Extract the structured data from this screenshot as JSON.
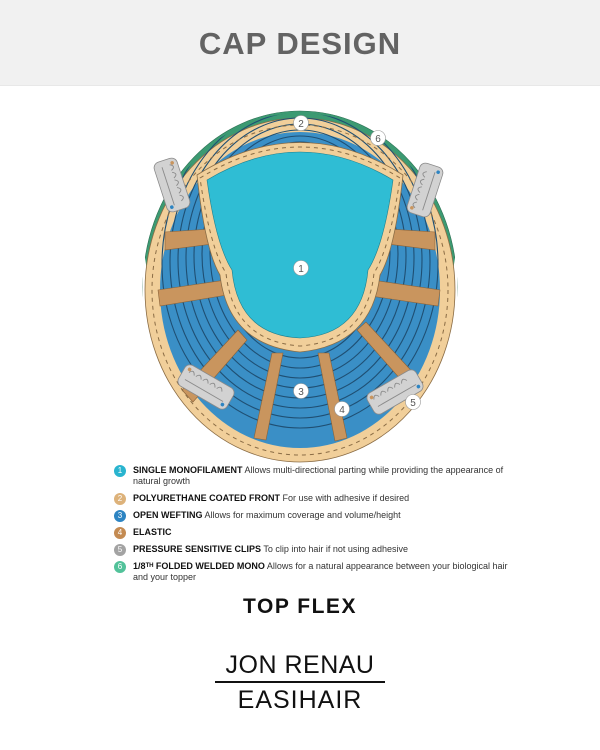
{
  "header": {
    "title": "CAP DESIGN"
  },
  "diagram": {
    "colors": {
      "mono": "#2fbdd4",
      "wefting": "#3a8fc6",
      "weft_lines": "#1f4f73",
      "poly_front": "#f1cf9a",
      "elastic": "#c9955e",
      "clip": "#c9c9c9",
      "welded": "#3c9a72"
    },
    "callouts": [
      "1",
      "2",
      "3",
      "4",
      "5",
      "6"
    ]
  },
  "legend": [
    {
      "num": "1",
      "color": "#29b4cf",
      "name": "SINGLE MONOFILAMENT",
      "desc": "Allows multi-directional parting while providing the appearance of natural growth"
    },
    {
      "num": "2",
      "color": "#ddb27a",
      "name": "POLYURETHANE COATED FRONT",
      "desc": "For use with adhesive if desired"
    },
    {
      "num": "3",
      "color": "#2d84c2",
      "name": "OPEN WEFTING",
      "desc": "Allows for maximum coverage and volume/height"
    },
    {
      "num": "4",
      "color": "#c48b52",
      "name": "ELASTIC",
      "desc": ""
    },
    {
      "num": "5",
      "color": "#a3a3a3",
      "name": "PRESSURE SENSITIVE CLIPS",
      "desc": "To clip into hair if not using adhesive"
    },
    {
      "num": "6",
      "color": "#52c29a",
      "name": "1/8ᵀᴴ FOLDED WELDED MONO",
      "desc": "Allows for a natural appearance between your biological hair and your topper"
    }
  ],
  "model": {
    "name": "TOP FLEX"
  },
  "brand": {
    "top": "JON RENAU",
    "bottom": "EASIHAIR"
  }
}
